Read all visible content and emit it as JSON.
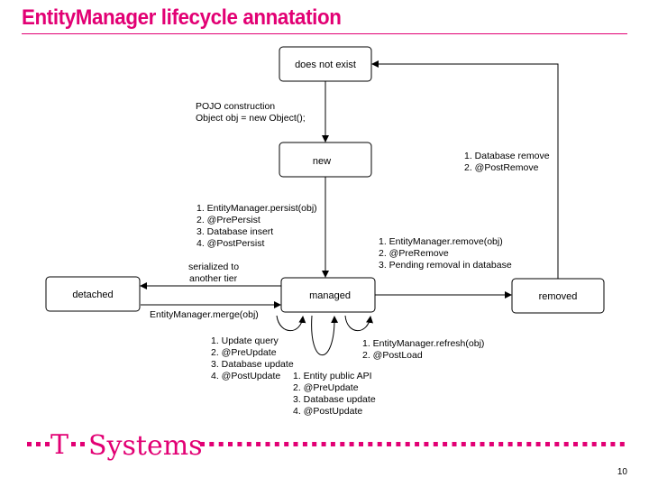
{
  "title": "EntityManager lifecycle annatation",
  "page_number": "10",
  "logo": {
    "text": "T··Systems",
    "color": "#e20074"
  },
  "accent_color": "#e20074",
  "nodes": {
    "does_not_exist": "does not exist",
    "new": "new",
    "managed": "managed",
    "detached": "detached",
    "removed": "removed"
  },
  "notes": {
    "pojo": [
      "POJO construction",
      "Object obj = new Object();"
    ],
    "persist": [
      "1. EntityManager.persist(obj)",
      "2. @PrePersist",
      "3. Database insert",
      "4. @PostPersist"
    ],
    "db_remove": [
      "1. Database remove",
      "2. @PostRemove"
    ],
    "remove": [
      "1. EntityManager.remove(obj)",
      "2. @PreRemove",
      "3. Pending removal in database"
    ],
    "serialized": [
      "serialized to",
      "another tier"
    ],
    "merge": [
      "EntityManager.merge(obj)"
    ],
    "update_query": [
      "1. Update query",
      "2. @PreUpdate",
      "3. Database update",
      "4. @PostUpdate"
    ],
    "refresh": [
      "1. EntityManager.refresh(obj)",
      "2. @PostLoad"
    ],
    "entity_api": [
      "1. Entity public API",
      "2. @PreUpdate",
      "3. Database update",
      "4. @PostUpdate"
    ]
  }
}
